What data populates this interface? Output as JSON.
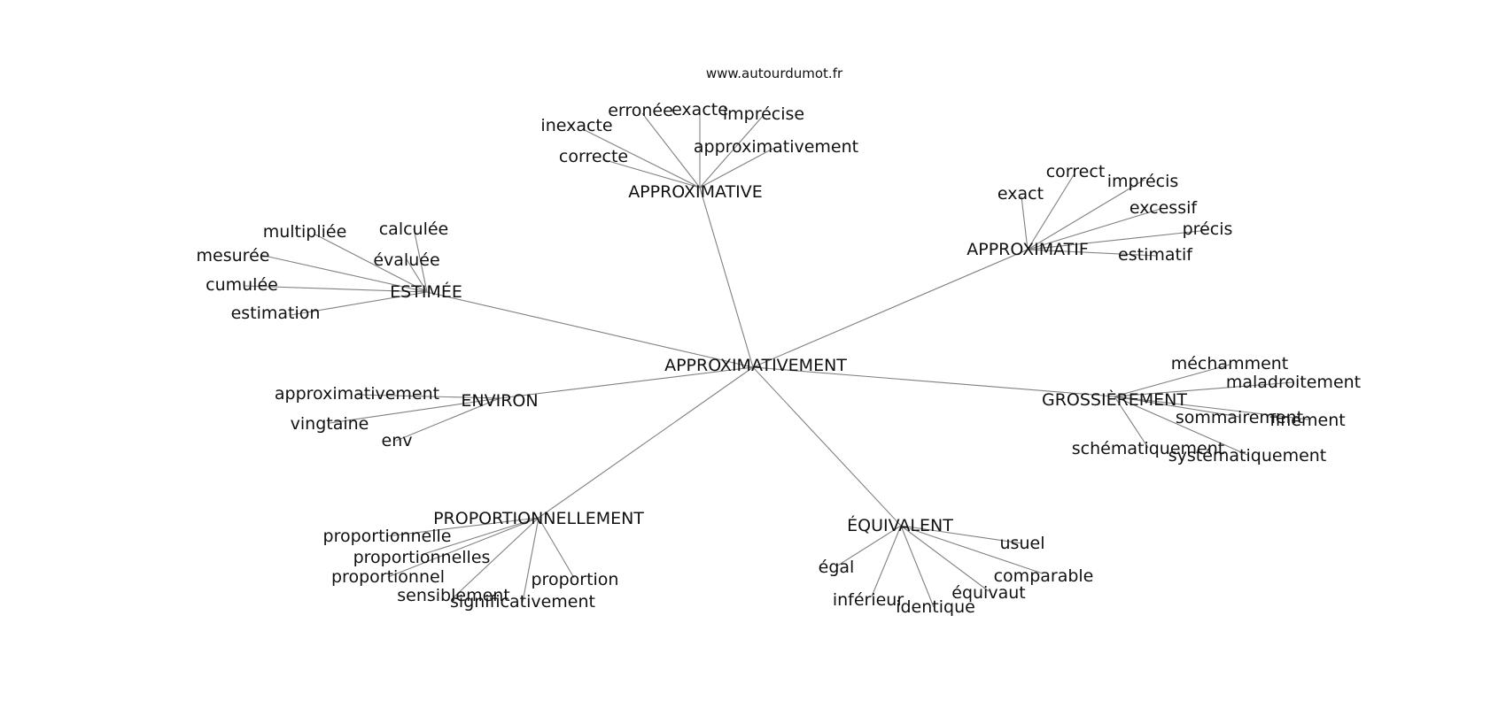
{
  "source": "www.autourdumot.fr",
  "graph": {
    "center": "APPROXIMATIVEMENT",
    "hubs": [
      {
        "label": "APPROXIMATIVE",
        "leaves": [
          "inexacte",
          "erronée",
          "exacte",
          "imprécise",
          "correcte",
          "approximativement"
        ]
      },
      {
        "label": "APPROXIMATIF",
        "leaves": [
          "exact",
          "correct",
          "imprécis",
          "excessif",
          "précis",
          "estimatif"
        ]
      },
      {
        "label": "ESTIMÉE",
        "leaves": [
          "multipliée",
          "calculée",
          "mesurée",
          "évaluée",
          "cumulée",
          "estimation"
        ]
      },
      {
        "label": "ENVIRON",
        "leaves": [
          "approximativement",
          "vingtaine",
          "env"
        ]
      },
      {
        "label": "GROSSIÈREMENT",
        "leaves": [
          "méchamment",
          "maladroitement",
          "sommairement",
          "finement",
          "schématiquement",
          "systématiquement"
        ]
      },
      {
        "label": "PROPORTIONNELLEMENT",
        "leaves": [
          "proportionnelle",
          "proportionnelles",
          "proportionnel",
          "sensiblement",
          "significativement",
          "proportion"
        ]
      },
      {
        "label": "ÉQUIVALENT",
        "leaves": [
          "usuel",
          "égal",
          "comparable",
          "équivaut",
          "inférieur",
          "identique"
        ]
      }
    ]
  }
}
